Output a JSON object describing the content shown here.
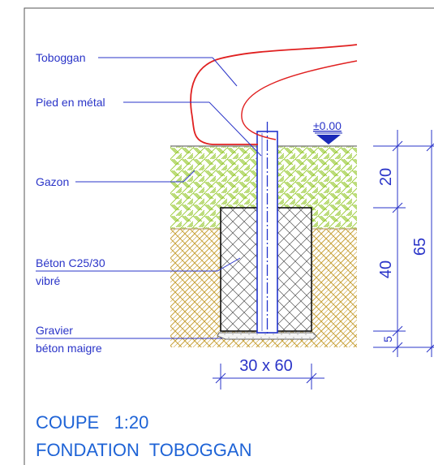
{
  "labels": {
    "toboggan": "Toboggan",
    "pied": "Pied en métal",
    "gazon": "Gazon",
    "beton": "Béton C25/30",
    "vibre": "vibré",
    "gravier": "Gravier",
    "beton_maigre": "béton maigre"
  },
  "level": "±0.00",
  "dimensions": {
    "d20": "20",
    "d40": "40",
    "d5": "5",
    "d65": "65",
    "section": "30 x 60"
  },
  "title": {
    "line1": "COUPE   1:20",
    "line2": "FONDATION  TOBOGGAN"
  },
  "colors": {
    "annotation": "#2a34c8",
    "title": "#1e63d6",
    "post": "#2233cc",
    "slide": "#e02020",
    "grass_hatch": "#9ccc3a",
    "soil_hatch": "#c9a23a",
    "concrete_hatch": "#555555"
  }
}
